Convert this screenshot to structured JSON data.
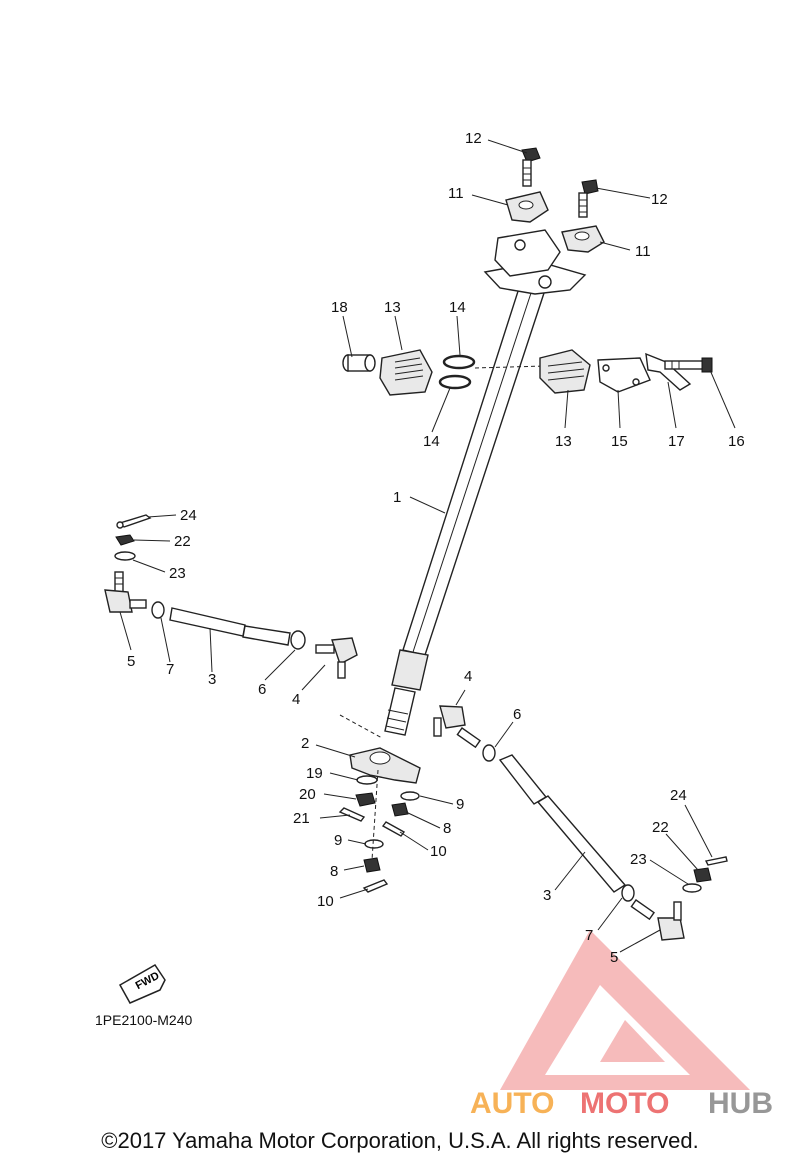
{
  "diagram_code": "1PE2100-M240",
  "fwd_label": "FWD",
  "watermark": {
    "text_part1": "AUTO",
    "text_part2": "MOTO",
    "text_part3": "HUB",
    "color_orange": "#f6a53a",
    "color_red": "#ea5b5b",
    "color_grey": "#8c8c8c"
  },
  "copyright": "©2017 Yamaha Motor Corporation, U.S.A. All rights reserved.",
  "callouts": {
    "c1": "1",
    "c2": "2",
    "c3_left": "3",
    "c3_right": "3",
    "c4_left": "4",
    "c4_right": "4",
    "c5_left": "5",
    "c5_right": "5",
    "c6_left": "6",
    "c6_right": "6",
    "c7_left": "7",
    "c7_right": "7",
    "c8_a": "8",
    "c8_b": "8",
    "c9_a": "9",
    "c9_b": "9",
    "c10_a": "10",
    "c10_b": "10",
    "c11_left": "11",
    "c11_right": "11",
    "c12_left": "12",
    "c12_right": "12",
    "c13_left": "13",
    "c13_right": "13",
    "c14_top": "14",
    "c14_bottom": "14",
    "c15": "15",
    "c16": "16",
    "c17": "17",
    "c18": "18",
    "c19": "19",
    "c20": "20",
    "c21": "21",
    "c22_left": "22",
    "c22_right": "22",
    "c23_left": "23",
    "c23_right": "23",
    "c24_left": "24",
    "c24_right": "24"
  }
}
